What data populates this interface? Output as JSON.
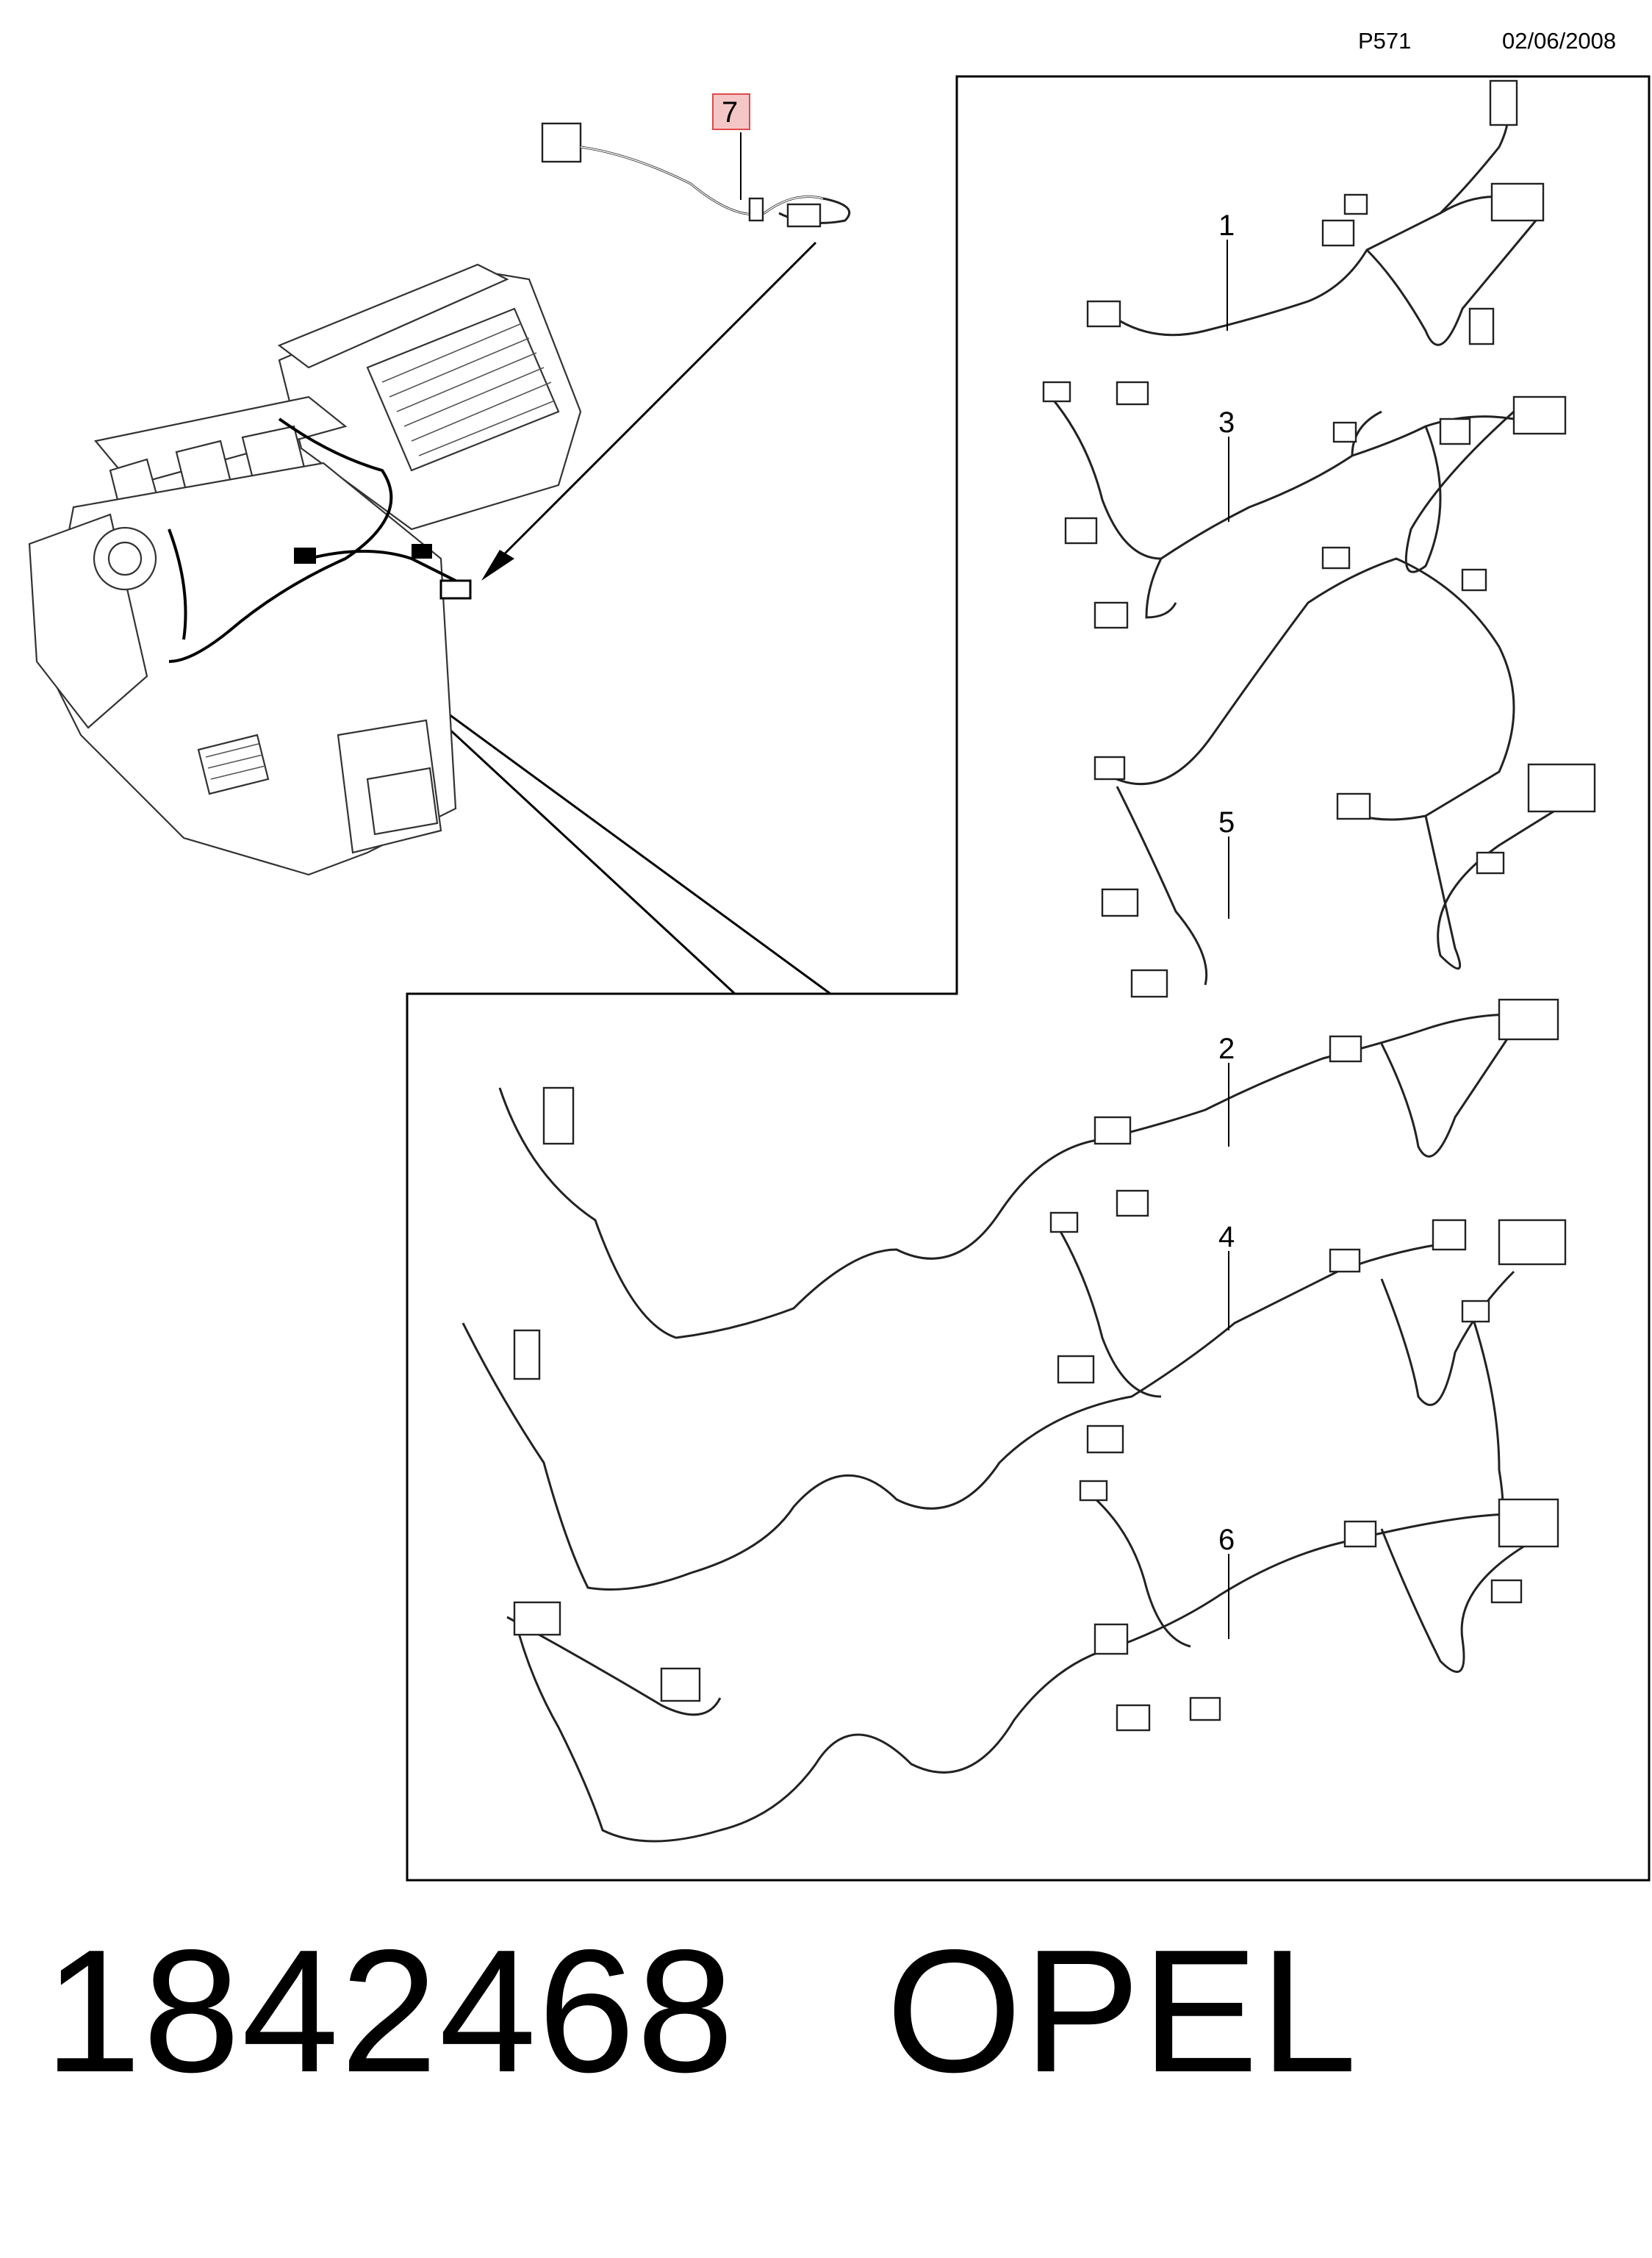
{
  "header": {
    "code": "P571",
    "date": "02/06/2008"
  },
  "callouts": [
    {
      "label": "7"
    },
    {
      "label": "1"
    },
    {
      "label": "3"
    },
    {
      "label": "5"
    },
    {
      "label": "2"
    },
    {
      "label": "4"
    },
    {
      "label": "6"
    }
  ],
  "footer": {
    "part_number": "1842468",
    "brand": "OPEL"
  },
  "colors": {
    "line": "#000000",
    "highlight_box": "#f4c6c6",
    "highlight_border": "#e04a4a",
    "background": "#ffffff"
  }
}
